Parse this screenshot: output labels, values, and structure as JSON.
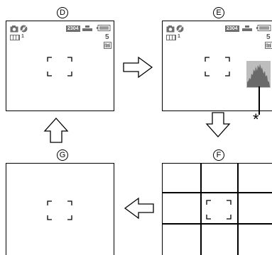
{
  "labels": {
    "d": "D",
    "e": "E",
    "f": "F",
    "g": "G"
  },
  "screen_d": {
    "resolution_badge": "2304",
    "burst_label": "1",
    "shots_remaining": "5"
  },
  "screen_e": {
    "resolution_badge": "2304",
    "burst_label": "1",
    "shots_remaining": "5"
  },
  "annotation": {
    "marker": "*"
  },
  "colors": {
    "line": "#000000",
    "badge": "#6e6e6e",
    "histogram": "#8a8a8a"
  },
  "icons": [
    "camera-mode-icon",
    "flash-off-icon",
    "burst-mode-icon",
    "aspect-ratio-icon",
    "battery-icon",
    "quality-icon",
    "histogram-icon",
    "right-arrow-icon",
    "down-arrow-icon",
    "up-arrow-icon",
    "left-arrow-icon"
  ]
}
